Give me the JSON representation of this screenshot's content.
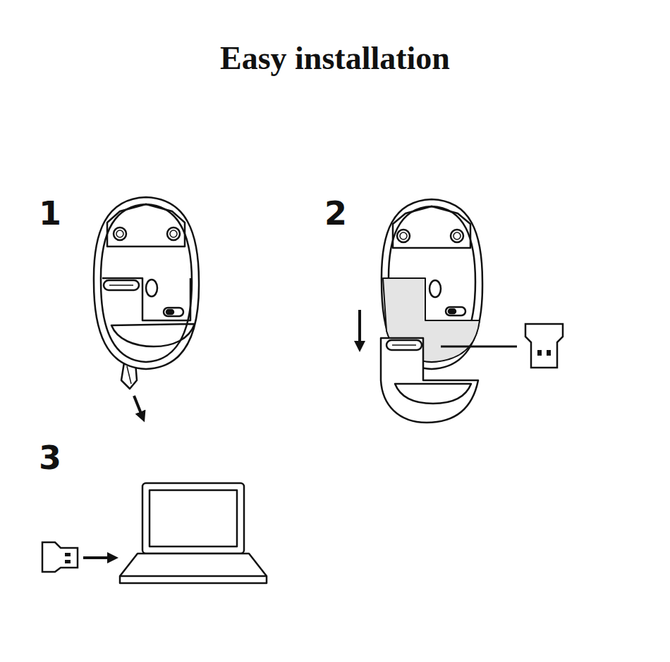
{
  "diagram": {
    "title": "Easy installation",
    "labels": [
      "1",
      "2",
      "3"
    ]
  }
}
